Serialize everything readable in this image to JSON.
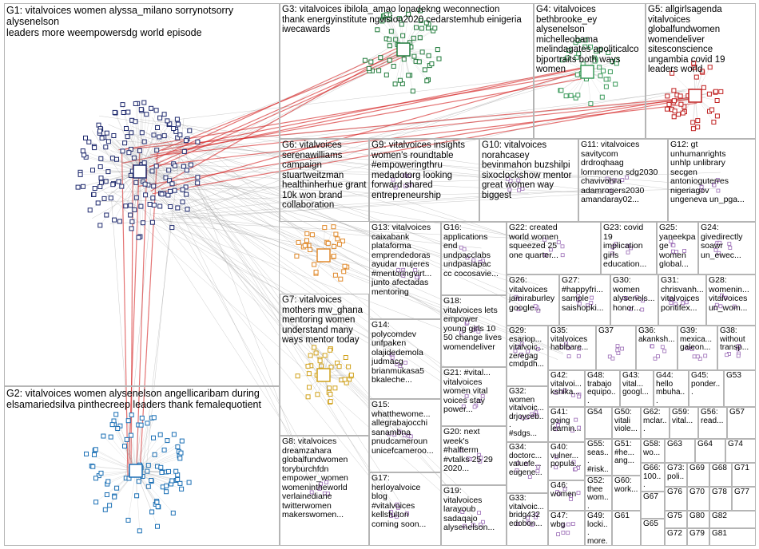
{
  "groups": [
    {
      "id": "G1",
      "label": "G1: vitalvoices women alyssa_milano sorrynotsorry alysenelson\nleaders more weempowersdg world episode"
    },
    {
      "id": "G2",
      "label": "G2: vitalvoices women alysenelson angellicaribam during\nelsamariedsilva pinthecreep leaders thank femalequotient"
    },
    {
      "id": "G3",
      "label": "G3: vitalvoices ibilola_amao lonadekng weconnection\nthank energyinstitute ngvision2020 cedarstemhub einigeria\niwecawards"
    },
    {
      "id": "G4",
      "label": "G4: vitalvoices\nbethbrooke_ey\nalysenelson\nmichelleobama\nmelindagates apoliticalco\nbjportraits both ways\nwomen"
    },
    {
      "id": "G5",
      "label": "G5: allgirlsagenda\nvitalvoices\nglobalfundwomen\nwomendeliver\nsitesconscience\nungambia covid 19\nleaders world"
    },
    {
      "id": "G6",
      "label": "G6: vitalvoices\nserenawilliams\ncampaign\nstuartweitzman\nhealthinherhue grant\n10k won brand\ncollaboration"
    },
    {
      "id": "G7",
      "label": "G7: vitalvoices\nmothers mw_ghana\nmentoring women\nunderstand many\nways mentor today"
    },
    {
      "id": "G8",
      "label": "G8: vitalvoices\ndreamzahara\nglobalfundwomen\ntoryburchfdn\nempower_women\nwomenintheworld\nverlainediane\ntwitterwomen\nmakerswomen..."
    },
    {
      "id": "G9",
      "label": "G9: vitalvoices insights\nwomen's roundtable\n#empoweringthru\nmedadotorg looking\nforward shared\nentrepreneurship"
    },
    {
      "id": "G10",
      "label": "G10: vitalvoices\nnorahcasey\nbevinmahon buzshilpi\nsixoclockshow mentor\ngreat women way\nbiggest"
    },
    {
      "id": "G11",
      "label": "G11: vitalvoices\nsavitycom\ndrdroqhaag\nlornmoreno sdg2030\nchavivohra\nadamrogers2030\namandaray02..."
    },
    {
      "id": "G12",
      "label": "G12: gt\nunhumanrights\nunhlp unlibrary\nsecgen\nantonioguterres\nnigeriagov\nungeneva un_pga..."
    },
    {
      "id": "G13",
      "label": "G13: vitalvoices\ncaixabank\nplataforma\nemprendedoras\nayudar mujeres\n#mentoringvirt...\njunto afectadas\nmentoring"
    },
    {
      "id": "G14",
      "label": "G14:\npolycomdev\nunfpaken\nolajidedemola\njudmacg\nbrianmukasa5\nbkaleche..."
    },
    {
      "id": "G15",
      "label": "G15:\nwhatthewome...\nallegrabajocchi\nsanambna\npnudcameroun\nunicefcameroo..."
    },
    {
      "id": "G16",
      "label": "G16:\napplications\nend\nundpacclabs\nundpasiapac\ncc cocosavie..."
    },
    {
      "id": "G17",
      "label": "G17:\nherloyalvoice\nblog\n#vitalvoices\nkellsfulton\ncoming soon..."
    },
    {
      "id": "G18",
      "label": "G18:\nvitalvoices lets\nempower\nyoung girls 10\n50 change lives\nwomendeliver"
    },
    {
      "id": "G19",
      "label": "G19:\nvitalvoices\nlarayoub\nsadaqajo\nalysenelson..."
    },
    {
      "id": "G20",
      "label": "G20: next\nweek's\n#halfterm\n#vtalks 25 29\n2020..."
    },
    {
      "id": "G21",
      "label": "G21: #vital...\nvitalvoices\nwomen vital\nvoices stay\npower..."
    },
    {
      "id": "G22",
      "label": "G22: created\nworld women\nsqueezed 25\none quarter..."
    },
    {
      "id": "G23",
      "label": "G23: covid 19\nimplication\ngirls\neducation..."
    },
    {
      "id": "G24",
      "label": "G24:\ngivedirectly\nsoawr\nun_ewec..."
    },
    {
      "id": "G25",
      "label": "G25:\nyaneekpage\nwomen\nglobal..."
    },
    {
      "id": "G26",
      "label": "G26:\nvitalvoices\njamiraburley\ngoogle..."
    },
    {
      "id": "G27",
      "label": "G27:\n#happyfri...\nsample\nsaishopki..."
    },
    {
      "id": "G28",
      "label": "G28:\nwomenin...\nvitalvoices\nun_wom..."
    },
    {
      "id": "G29",
      "label": "G29:\nesariop...\nvitalvoic...\nzeregag\ncmdpdh..."
    },
    {
      "id": "G30",
      "label": "G30:\nwomen\nalysenels...\nhonor..."
    },
    {
      "id": "G31",
      "label": "G31:\nchrisvanh...\nvitalvoices\npontifex..."
    },
    {
      "id": "G32",
      "label": "G32:\nwomen\nvitalvoic...\ndrjoyceb...\n#sdgs..."
    },
    {
      "id": "G33",
      "label": "G33:\nvitalvoic...\nbridg432\nedobon..."
    },
    {
      "id": "G34",
      "label": "G34:\ndoctorc...\nvaluefe...\neugene..."
    },
    {
      "id": "G35",
      "label": "G35:\nvitalvoices\nhabibare..."
    },
    {
      "id": "G36",
      "label": "G36:\nakanksh..."
    },
    {
      "id": "G37",
      "label": "G37"
    },
    {
      "id": "G38",
      "label": "G38:\nwithout\ntransp..."
    },
    {
      "id": "G39",
      "label": "G39:\nmexica...\ngaleon..."
    },
    {
      "id": "G40",
      "label": "G40:\nvulner...\npopula..."
    },
    {
      "id": "G41",
      "label": "G41:\ngoing\nlearnin..."
    },
    {
      "id": "G42",
      "label": "G42:\nvitalvoi...\nkshika..."
    },
    {
      "id": "G43",
      "label": "G43:\nvital...\ngoogl..."
    },
    {
      "id": "G44",
      "label": "G44:\nhello\nmbuha..."
    },
    {
      "id": "G45",
      "label": "G45:\nponder..."
    },
    {
      "id": "G46",
      "label": "G46:\nwomen"
    },
    {
      "id": "G47",
      "label": "G47:\nwbg"
    },
    {
      "id": "G48",
      "label": "G48:\ntrabajo\nequipo..."
    },
    {
      "id": "G49",
      "label": "G49:\nlocki...\nmore..."
    },
    {
      "id": "G50",
      "label": "G50:\nvitali\nviole..."
    },
    {
      "id": "G51",
      "label": "G51:\n#he...\nang..."
    },
    {
      "id": "G52",
      "label": "G52:\nthee\nwom..."
    },
    {
      "id": "G53",
      "label": "G53"
    },
    {
      "id": "G54",
      "label": "G54"
    },
    {
      "id": "G55",
      "label": "G55:\nseas...\n#risk..."
    },
    {
      "id": "G56",
      "label": "G56:\nread..."
    },
    {
      "id": "G57",
      "label": "G57"
    },
    {
      "id": "G58",
      "label": "G58:\nwo..."
    },
    {
      "id": "G59",
      "label": "G59:\nvital..."
    },
    {
      "id": "G60",
      "label": "G60:\nwork..."
    },
    {
      "id": "G61",
      "label": "G61"
    },
    {
      "id": "G62",
      "label": "G62:\nmclar..."
    },
    {
      "id": "G63",
      "label": "G63"
    },
    {
      "id": "G64",
      "label": "G64"
    },
    {
      "id": "G65",
      "label": "G65"
    },
    {
      "id": "G66",
      "label": "G66:\n100..."
    },
    {
      "id": "G67",
      "label": "G67"
    },
    {
      "id": "G68",
      "label": "G68"
    },
    {
      "id": "G69",
      "label": "G69"
    },
    {
      "id": "G70",
      "label": "G70"
    },
    {
      "id": "G71",
      "label": "G71"
    },
    {
      "id": "G72",
      "label": "G72"
    },
    {
      "id": "G73",
      "label": "G73:\npoli..."
    },
    {
      "id": "G74",
      "label": "G74"
    },
    {
      "id": "G75",
      "label": "G75"
    },
    {
      "id": "G76",
      "label": "G76"
    },
    {
      "id": "G77",
      "label": "G77"
    },
    {
      "id": "G78",
      "label": "G78"
    },
    {
      "id": "G79",
      "label": "G79"
    },
    {
      "id": "G80",
      "label": "G80"
    },
    {
      "id": "G81",
      "label": "G81"
    },
    {
      "id": "G82",
      "label": "G82"
    }
  ],
  "colors": {
    "border": "#b5b5b5",
    "edge": "#8c8c8c",
    "edge_highlight": "#d62a2a",
    "g1_nodes": "#1f2a6e",
    "g2_nodes": "#1a6fb5",
    "g3_nodes": "#1f7a3a",
    "g4_nodes": "#3a9a5a",
    "g5_nodes": "#c02020",
    "g6_nodes": "#e0892a",
    "g7_nodes": "#d1a21c",
    "misc_nodes": "#9a6ab5"
  }
}
